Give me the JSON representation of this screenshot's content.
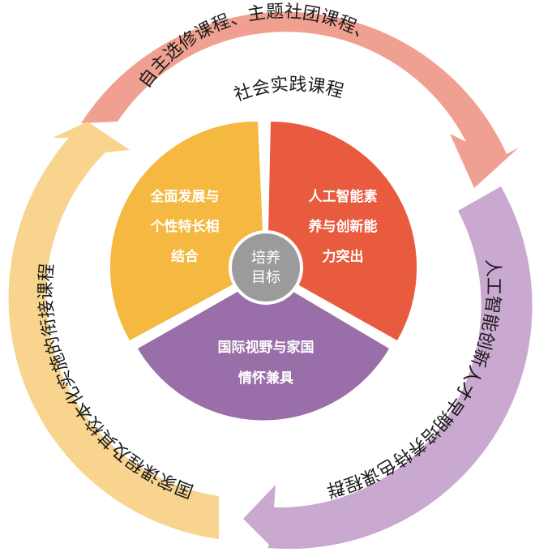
{
  "outer_ring": [
    {
      "id": "top",
      "lines": [
        "自主选修课程、主题社团课程、",
        "社会实践课程"
      ],
      "color": "#f0a090"
    },
    {
      "id": "right",
      "lines": [
        "人工智能创新人才早期培养特色课程群"
      ],
      "color": "#c9a9cf"
    },
    {
      "id": "left",
      "lines": [
        "国家课程及其校本化实施的衔接课程"
      ],
      "color": "#f8d48e"
    }
  ],
  "inner_segments": [
    {
      "id": "top-left",
      "lines": [
        "全面发展与",
        "个性特长相",
        "结合"
      ],
      "color": "#f5b841"
    },
    {
      "id": "top-right",
      "lines": [
        "人工智能素",
        "养与创新能",
        "力突出"
      ],
      "color": "#e95b3f"
    },
    {
      "id": "bottom",
      "lines": [
        "国际视野与家国",
        "情怀兼具"
      ],
      "color": "#9a6ea8"
    }
  ],
  "center": {
    "lines": [
      "培养",
      "目标"
    ],
    "color": "#9b9b9b"
  },
  "colors": {
    "background": "#ffffff",
    "center_border": "#ffffff"
  }
}
